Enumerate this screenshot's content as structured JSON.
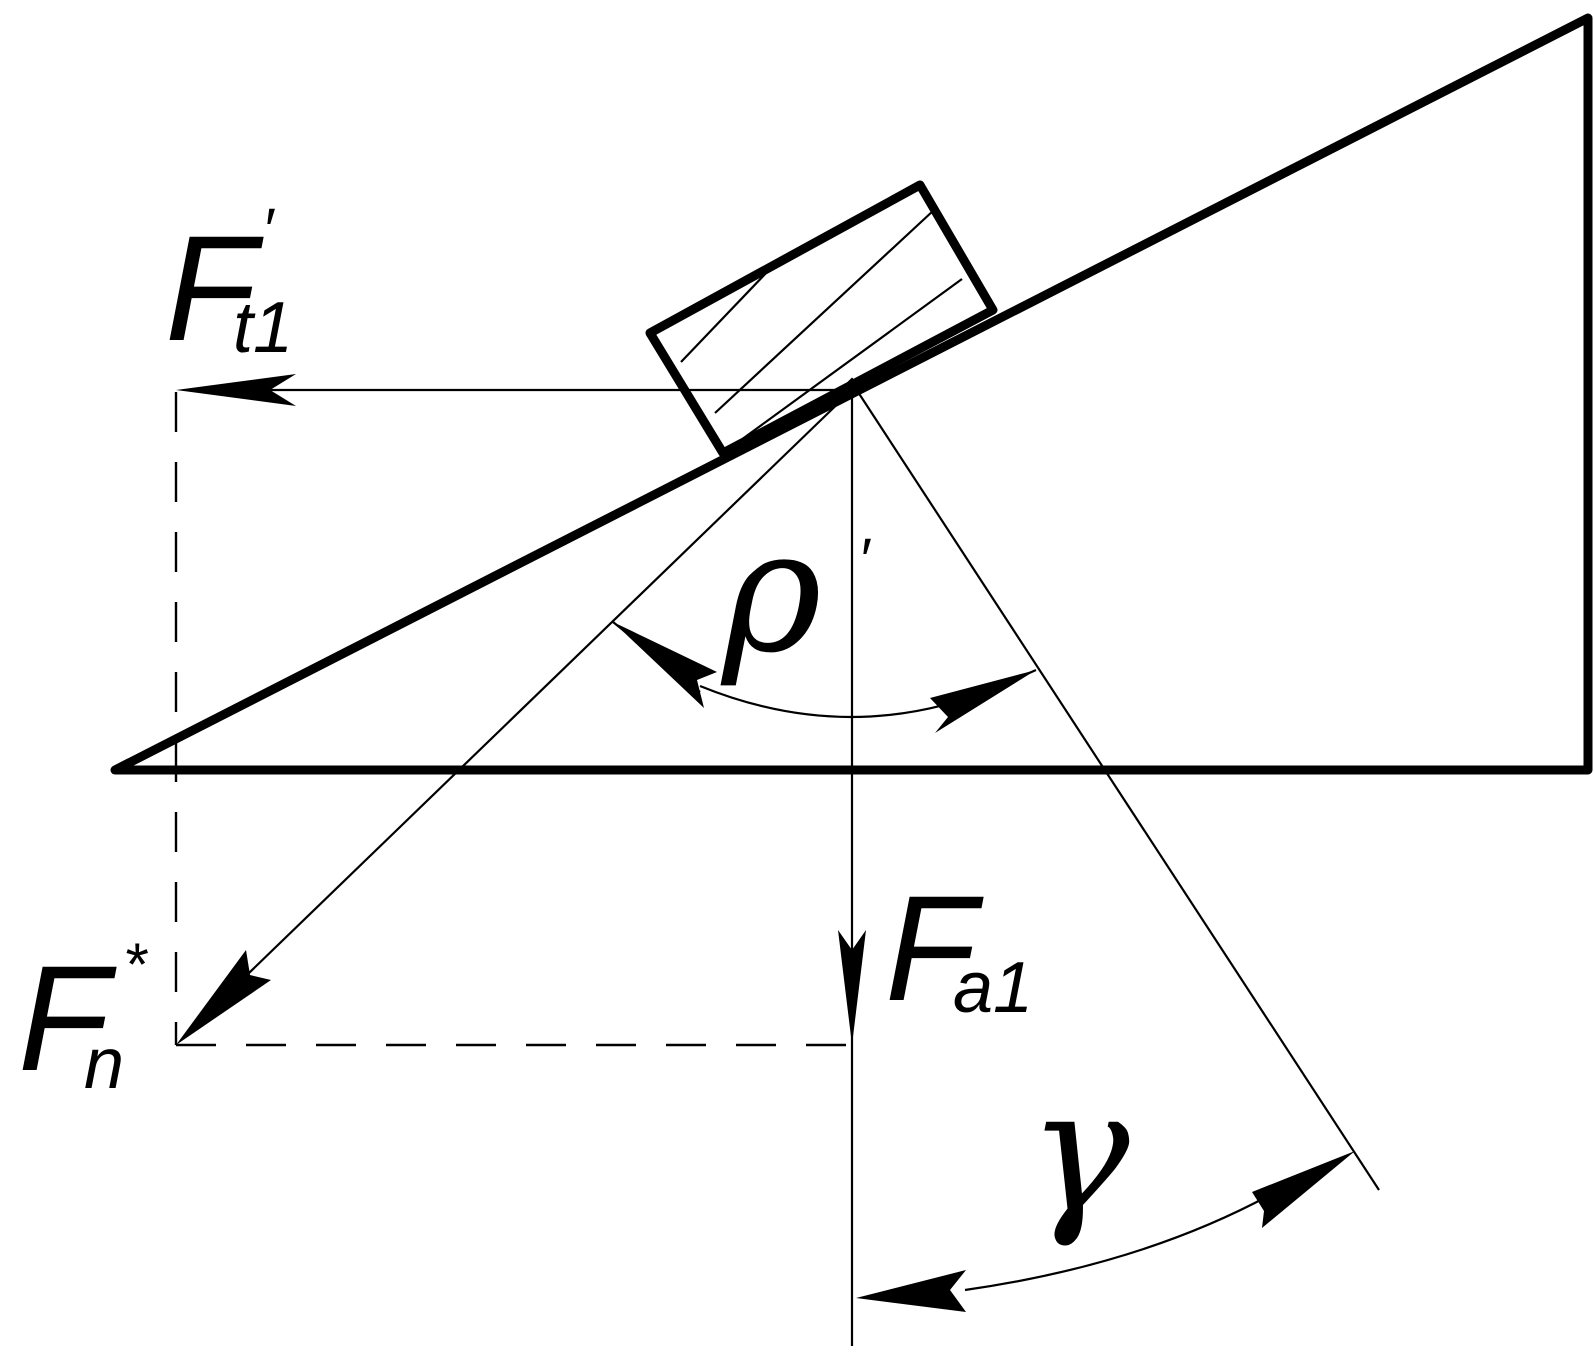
{
  "labels": {
    "ft1": {
      "main": "F",
      "sub": "t1",
      "sup": "′"
    },
    "fn": {
      "main": "F",
      "sub": "n",
      "sup": "*"
    },
    "fa1": {
      "main": "F",
      "sub": "a1"
    },
    "rho": {
      "main": "ρ",
      "sup": "′"
    },
    "gamma": {
      "main": "γ"
    }
  },
  "colors": {
    "stroke": "#000000",
    "background": "#ffffff"
  }
}
